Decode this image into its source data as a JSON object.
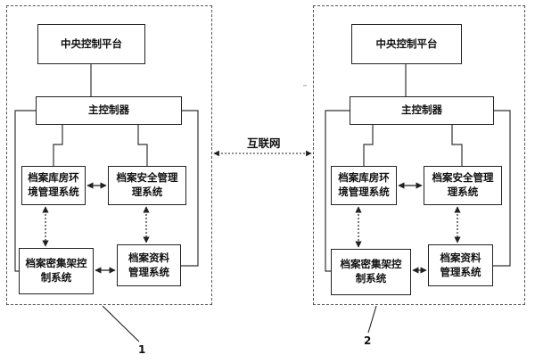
{
  "systems": [
    {
      "number": "1",
      "central_platform": "中央控制平台",
      "main_controller": "主控制器",
      "env_system": "档案库房环\n境管理系统",
      "security_system": "档案安全管理\n理系统",
      "shelving_system": "档案密集架控\n制系统",
      "data_system": "档案资料\n管理系统"
    },
    {
      "number": "2",
      "central_platform": "中央控制平台",
      "main_controller": "主控制器",
      "env_system": "档案库房环\n境管理系统",
      "security_system": "档案安全管理\n理系统",
      "shelving_system": "档案密集架控\n制系统",
      "data_system": "档案资料\n管理系统"
    }
  ],
  "network_label": "互联网"
}
